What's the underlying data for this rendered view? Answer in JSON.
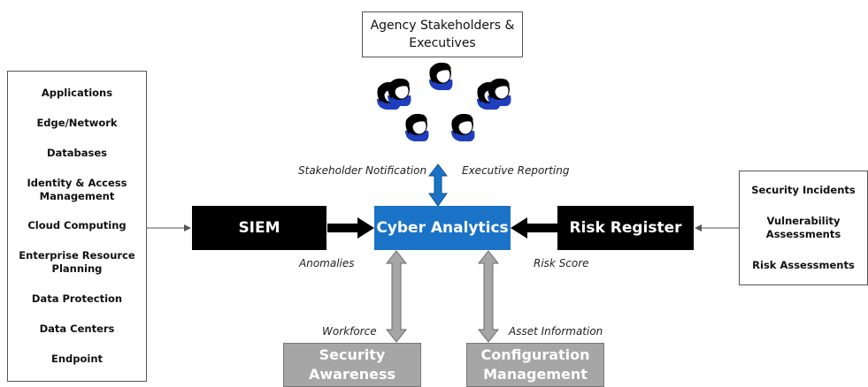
{
  "stakeholders": {
    "line1": "Agency Stakeholders &",
    "line2": "Executives"
  },
  "sources": [
    {
      "l1": "Applications",
      "l2": ""
    },
    {
      "l1": "Edge/Network",
      "l2": ""
    },
    {
      "l1": "Databases",
      "l2": ""
    },
    {
      "l1": "Identity & Access",
      "l2": "Management"
    },
    {
      "l1": "Cloud Computing",
      "l2": ""
    },
    {
      "l1": "Enterprise Resource",
      "l2": "Planning"
    },
    {
      "l1": "Data Protection",
      "l2": ""
    },
    {
      "l1": "Data Centers",
      "l2": ""
    },
    {
      "l1": "Endpoint",
      "l2": ""
    }
  ],
  "risk_inputs": [
    {
      "l1": "Security Incidents",
      "l2": ""
    },
    {
      "l1": "Vulnerability",
      "l2": "Assessments"
    },
    {
      "l1": "Risk Assessments",
      "l2": ""
    }
  ],
  "siem": "SIEM",
  "cyber_analytics": "Cyber Analytics",
  "risk_register": "Risk Register",
  "security_awareness": {
    "l1": "Security",
    "l2": "Awareness"
  },
  "config_mgmt": {
    "l1": "Configuration",
    "l2": "Management"
  },
  "labels": {
    "stakeholder_notification": "Stakeholder Notification",
    "executive_reporting": "Executive Reporting",
    "anomalies": "Anomalies",
    "risk_score": "Risk Score",
    "workforce": "Workforce",
    "asset_information": "Asset Information"
  },
  "colors": {
    "analytics_blue": "#1a73c6",
    "feed_gray": "#a6a6a6",
    "head_hair": "#000000",
    "shirt_blue": "#1f3fbf"
  }
}
